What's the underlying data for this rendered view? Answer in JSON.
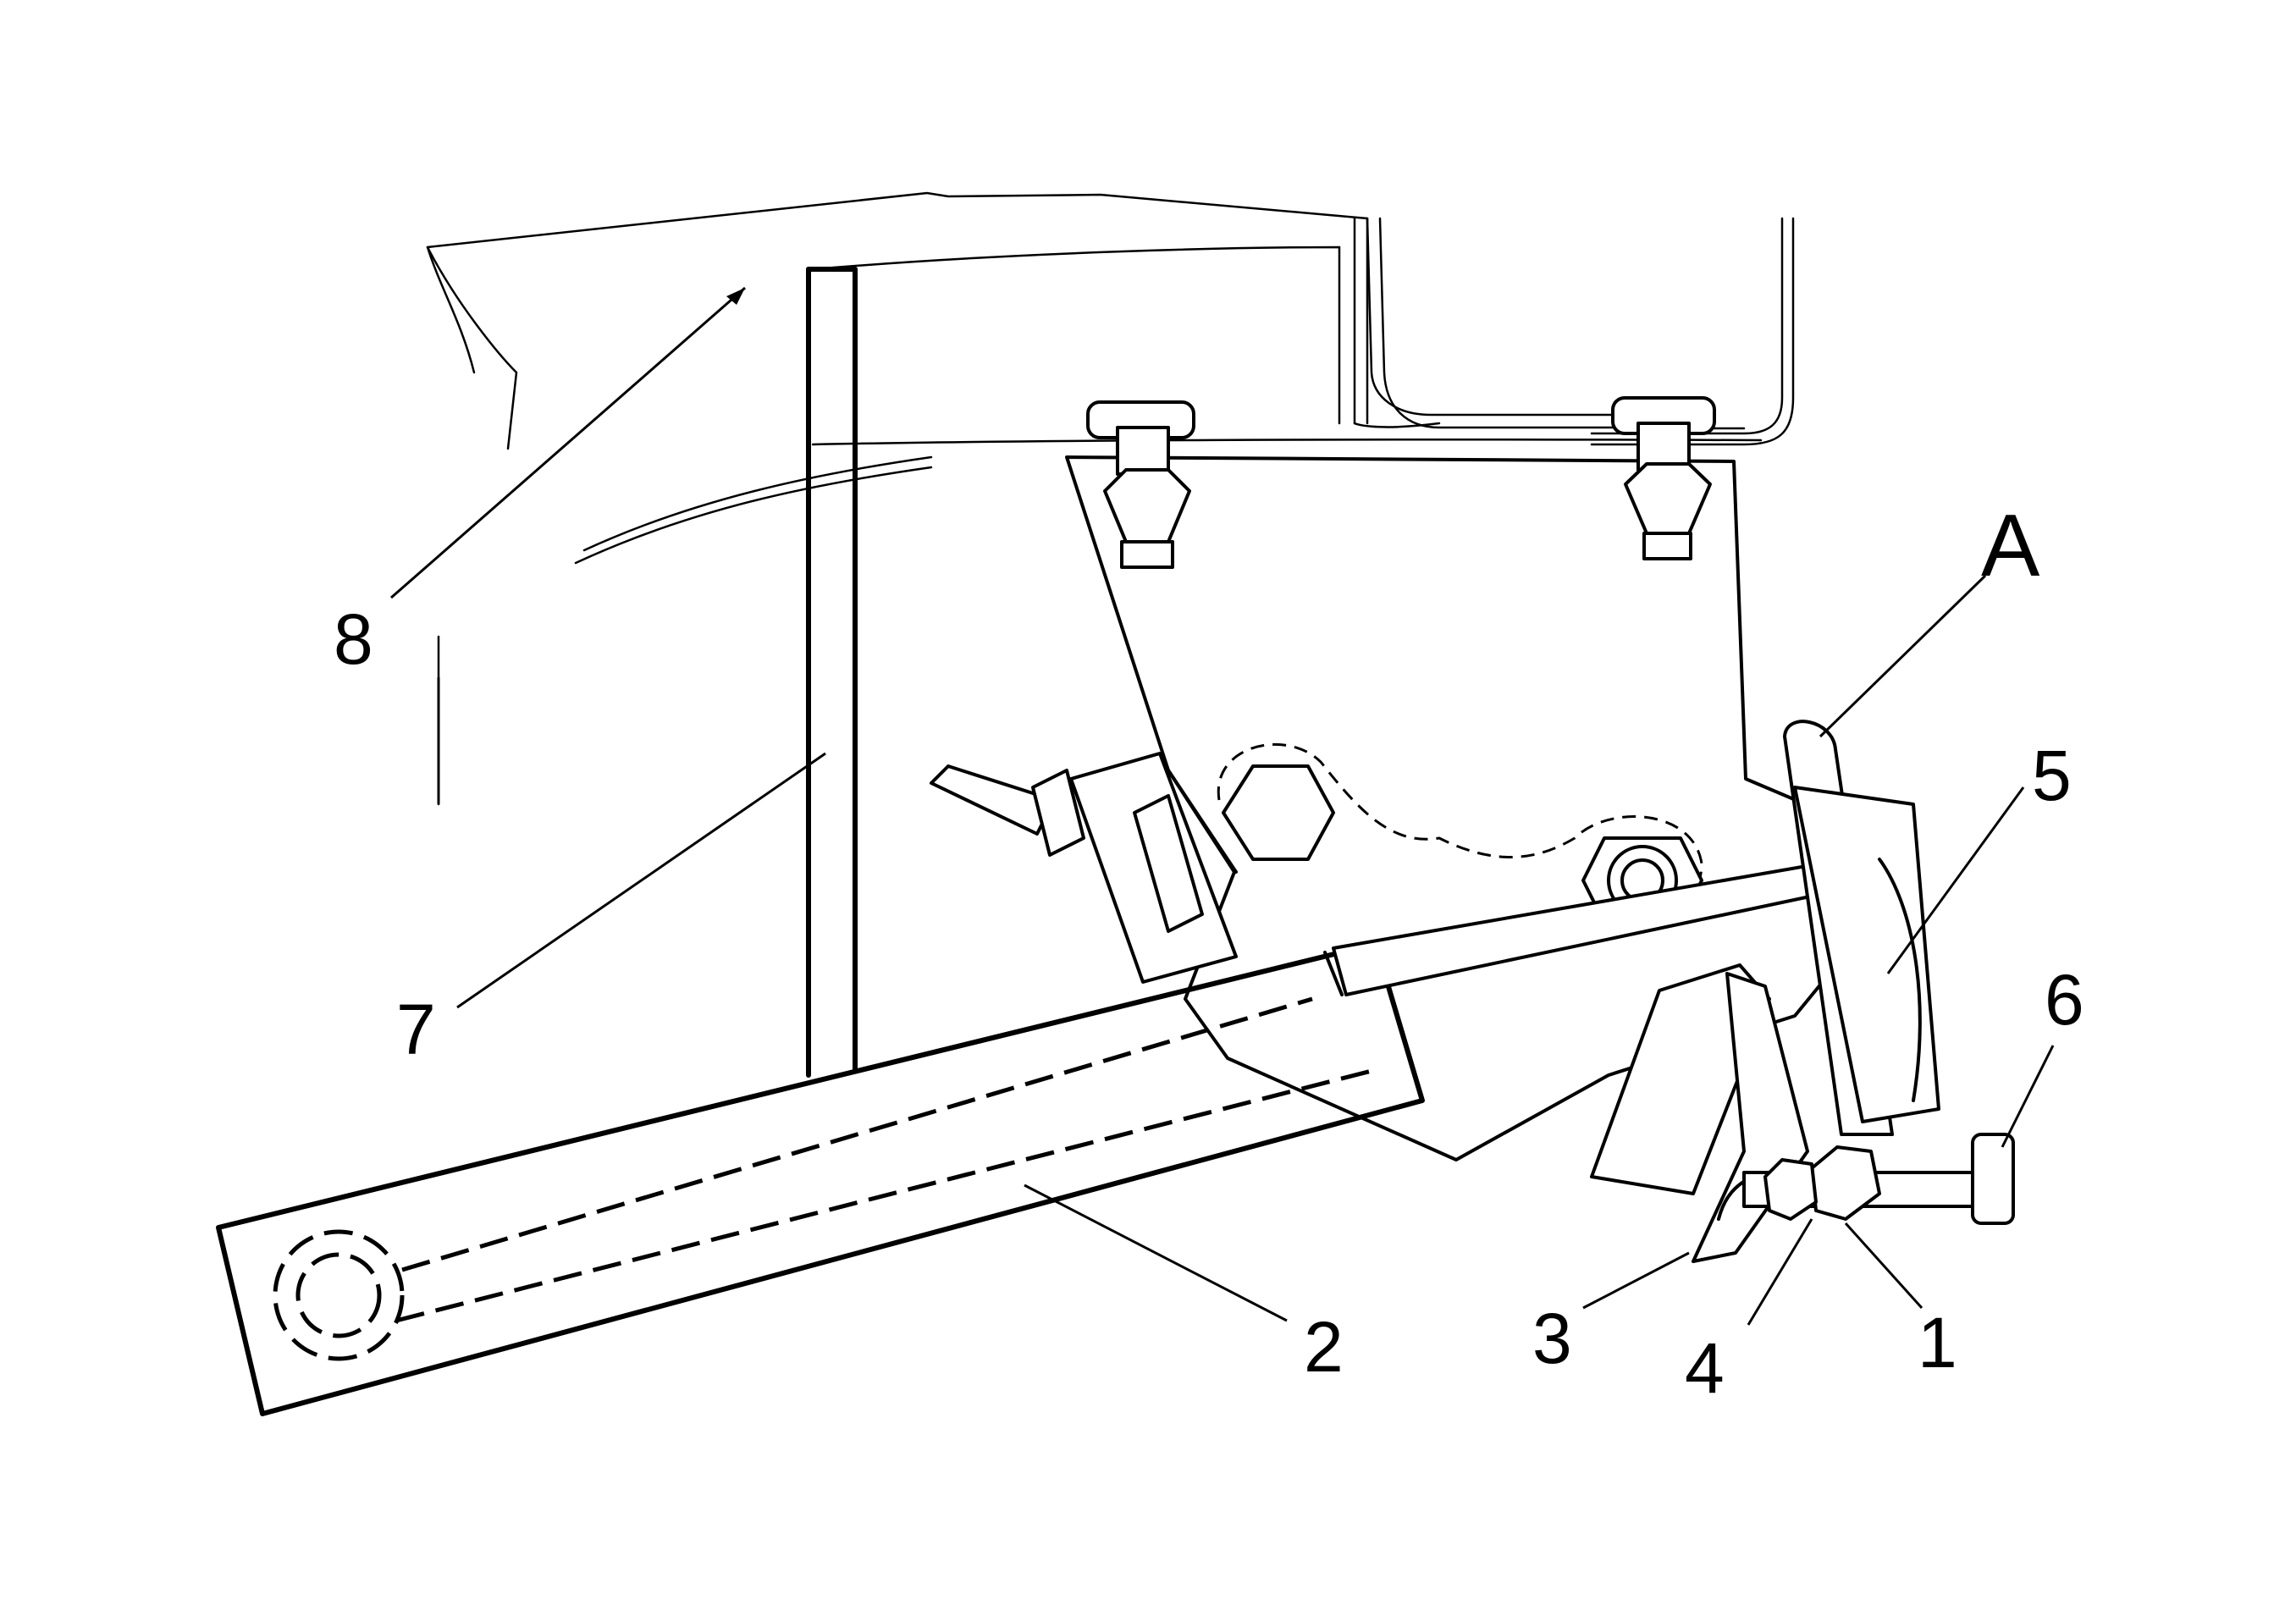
{
  "figure": {
    "callouts": [
      {
        "id": "A",
        "label": "A"
      },
      {
        "id": "1",
        "label": "1"
      },
      {
        "id": "2",
        "label": "2"
      },
      {
        "id": "3",
        "label": "3"
      },
      {
        "id": "4",
        "label": "4"
      },
      {
        "id": "5",
        "label": "5"
      },
      {
        "id": "6",
        "label": "6"
      },
      {
        "id": "7",
        "label": "7"
      },
      {
        "id": "8",
        "label": "8"
      }
    ]
  },
  "colors": {
    "line": "#000000",
    "background": "#ffffff"
  }
}
